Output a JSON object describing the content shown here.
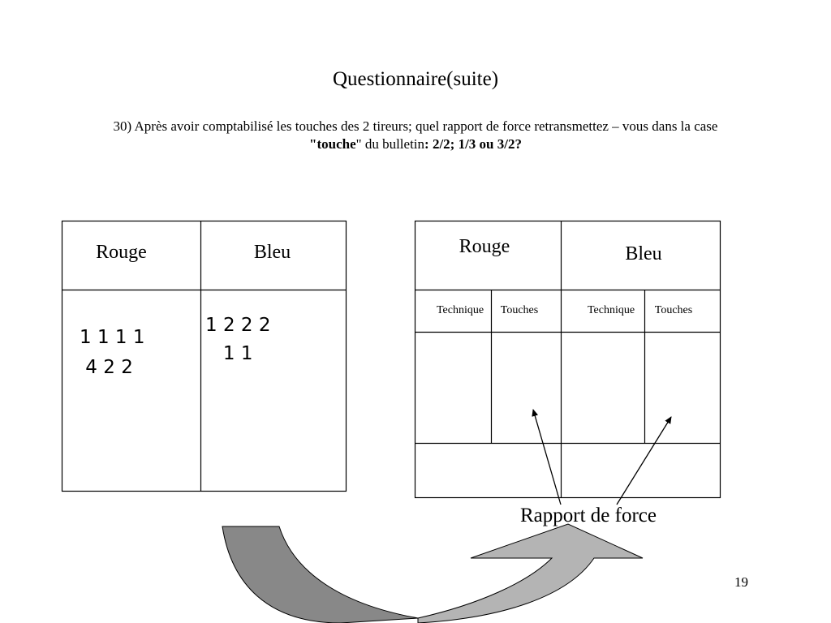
{
  "slide": {
    "title": "Questionnaire(suite)",
    "question_part1": "30) Après avoir comptabilisé les touches des 2 tireurs; quel rapport de force retransmettez – vous dans la case ",
    "question_quote_open": "\"",
    "question_bold_word": "touche",
    "question_quote_close": "\"",
    "question_part2": " du bulletin",
    "question_bold_options": ": 2/2; 1/3 ou 3/2?",
    "page_number": "19"
  },
  "left_table": {
    "col_rouge": "Rouge",
    "col_bleu": "Bleu",
    "rouge_line1": "1 1 1 1",
    "rouge_line2": " 4 2 2",
    "bleu_line1": "1 2 2 2",
    "bleu_line2": "   1 1"
  },
  "right_table": {
    "col_rouge": "Rouge",
    "col_bleu": "Bleu",
    "rouge_technique": "Technique",
    "rouge_touches": "Touches",
    "bleu_technique": "Technique",
    "bleu_touches": "Touches"
  },
  "annotation": {
    "label": "Rapport de force"
  }
}
